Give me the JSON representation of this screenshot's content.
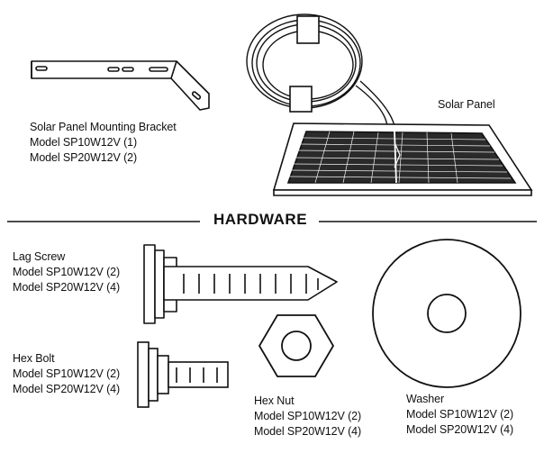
{
  "bracket": {
    "name": "Solar Panel Mounting Bracket",
    "models": [
      "Model SP10W12V (1)",
      "Model SP20W12V (2)"
    ]
  },
  "solar_panel": {
    "name": "Solar Panel"
  },
  "hardware": {
    "heading": "HARDWARE",
    "items": {
      "lag_screw": {
        "name": "Lag Screw",
        "models": [
          "Model SP10W12V (2)",
          "Model SP20W12V (4)"
        ]
      },
      "hex_bolt": {
        "name": "Hex Bolt",
        "models": [
          "Model SP10W12V (2)",
          "Model SP20W12V (4)"
        ]
      },
      "hex_nut": {
        "name": "Hex Nut",
        "models": [
          "Model SP10W12V (2)",
          "Model SP20W12V (4)"
        ]
      },
      "washer": {
        "name": "Washer",
        "models": [
          "Model SP10W12V (2)",
          "Model SP20W12V (4)"
        ]
      }
    }
  },
  "colors": {
    "ink": "#111111",
    "paper": "#ffffff",
    "panel_cells": "#2a2a2a"
  }
}
